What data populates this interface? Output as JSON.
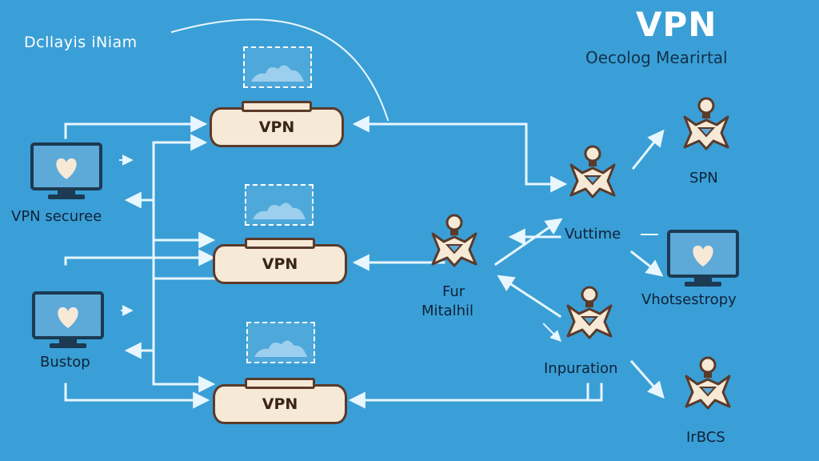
{
  "header": {
    "caption": "Dcllayis iNiam",
    "title": "VPN",
    "subtitle": "Oecolog Mearirtal"
  },
  "servers": [
    {
      "label": "VPN"
    },
    {
      "label": "VPN"
    },
    {
      "label": "VPN"
    }
  ],
  "devices": {
    "monitor_left_top": "VPN securee",
    "monitor_left_bottom": "Bustop",
    "monitor_right": "Vhotsestropy"
  },
  "nodes": {
    "center_node": "Fur\nMitalhil",
    "node_top": "Vuttime",
    "node_middle": "Inpuration",
    "node_far_top": "SPN",
    "node_far_bottom": "IrBCS"
  },
  "colors": {
    "background": "#3a9fd6",
    "server_fill": "#f6e9d6",
    "outline": "#5a3a2a",
    "wire": "#e8f6ff",
    "screen": "#5da9d8"
  }
}
